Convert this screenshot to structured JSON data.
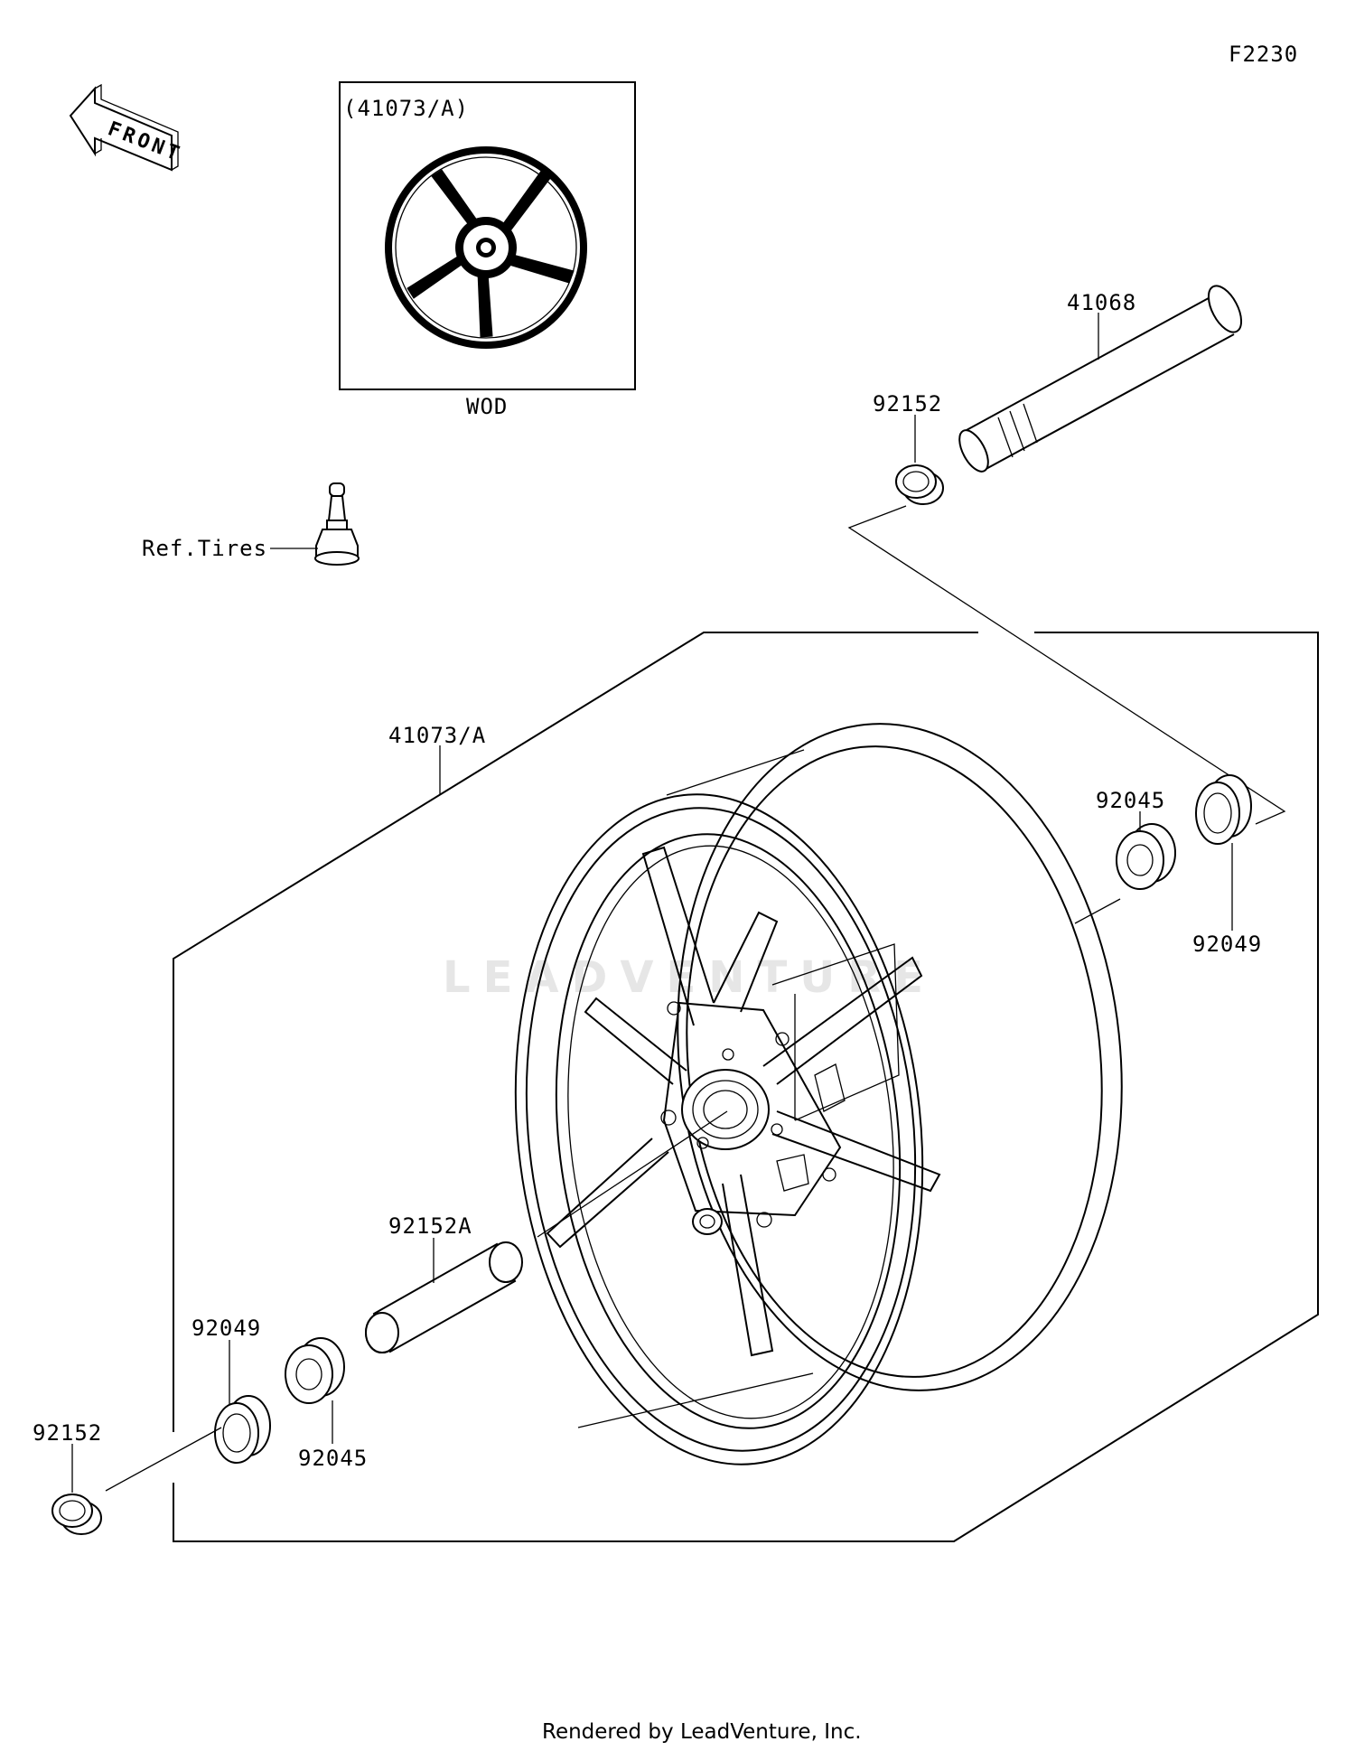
{
  "figure_id": "F2230",
  "front_label": "FRONT",
  "inset": {
    "title": "(41073/A)",
    "caption": "WOD"
  },
  "watermark": "LEADVENTURE",
  "callouts": {
    "axle": "41068",
    "collar_top": "92152",
    "valve_ref": "Ref.Tires",
    "wheel": "41073/A",
    "bearing_right": "92045",
    "seal_right": "92049",
    "spacer": "92152A",
    "seal_left": "92049",
    "collar_left": "92152",
    "bearing_left": "92045"
  },
  "footer": "Rendered by LeadVenture, Inc."
}
